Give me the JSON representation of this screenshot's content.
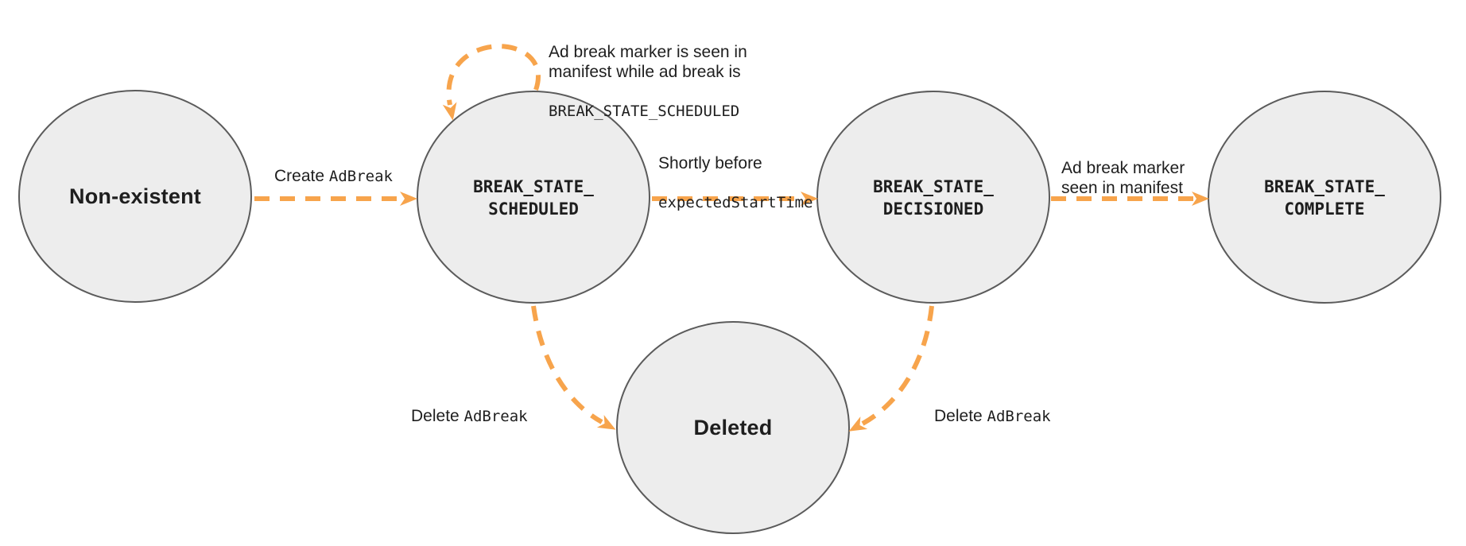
{
  "colors": {
    "accent": "#F7A44C",
    "node_fill": "#EDEDED",
    "node_stroke": "#5B5B5B",
    "text_color": "#1E1E1E"
  },
  "diagram": {
    "states": {
      "non_existent": {
        "label": "Non-existent"
      },
      "scheduled": {
        "label": "BREAK_STATE_\nSCHEDULED"
      },
      "decisioned": {
        "label": "BREAK_STATE_\nDECISIONED"
      },
      "complete": {
        "label": "BREAK_STATE_\nCOMPLETE"
      },
      "deleted": {
        "label": "Deleted"
      }
    },
    "transitions": {
      "create": {
        "text": "Create ",
        "code": "AdBreak"
      },
      "self_loop": {
        "text": "Ad break marker is seen in\nmanifest while ad break is",
        "code": "BREAK_STATE_SCHEDULED"
      },
      "decision": {
        "text": "Shortly before",
        "code": "expectedStartTime"
      },
      "complete": {
        "text": "Ad break marker\nseen in manifest"
      },
      "delete_from_scheduled": {
        "text": "Delete ",
        "code": "AdBreak"
      },
      "delete_from_decisioned": {
        "text": "Delete ",
        "code": "AdBreak"
      }
    }
  }
}
